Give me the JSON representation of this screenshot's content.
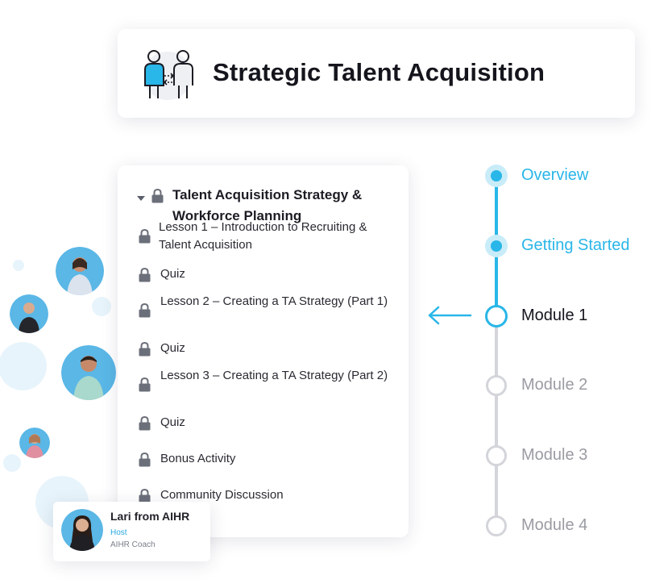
{
  "header": {
    "title": "Strategic Talent Acquisition",
    "icon": "talent-exchange-icon"
  },
  "module": {
    "title": "Talent Acquisition Strategy & Workforce Planning",
    "expanded": true,
    "locked": true
  },
  "lessons": [
    {
      "label": "Lesson 1 – Introduction to Recruiting & Talent Acquisition",
      "locked": true
    },
    {
      "label": "Quiz",
      "locked": true
    },
    {
      "label": "Lesson 2 – Creating a TA Strategy (Part 1)",
      "locked": true
    },
    {
      "label": "Quiz",
      "locked": true
    },
    {
      "label": "Lesson 3 – Creating a TA Strategy (Part 2)",
      "locked": true
    },
    {
      "label": "Quiz",
      "locked": true
    },
    {
      "label": "Bonus Activity",
      "locked": true
    },
    {
      "label": "Community Discussion",
      "locked": true
    }
  ],
  "timeline": [
    {
      "label": "Overview",
      "state": "completed"
    },
    {
      "label": "Getting Started",
      "state": "completed"
    },
    {
      "label": "Module 1",
      "state": "current"
    },
    {
      "label": "Module 2",
      "state": "upcoming"
    },
    {
      "label": "Module 3",
      "state": "upcoming"
    },
    {
      "label": "Module 4",
      "state": "upcoming"
    }
  ],
  "host": {
    "name": "Lari from AIHR",
    "role": "Host",
    "org": "AIHR Coach"
  },
  "colors": {
    "accent": "#29b6e8",
    "text_dark": "#15151d",
    "inactive": "#c9cbd0",
    "inactive_text": "#9a9ca3"
  }
}
